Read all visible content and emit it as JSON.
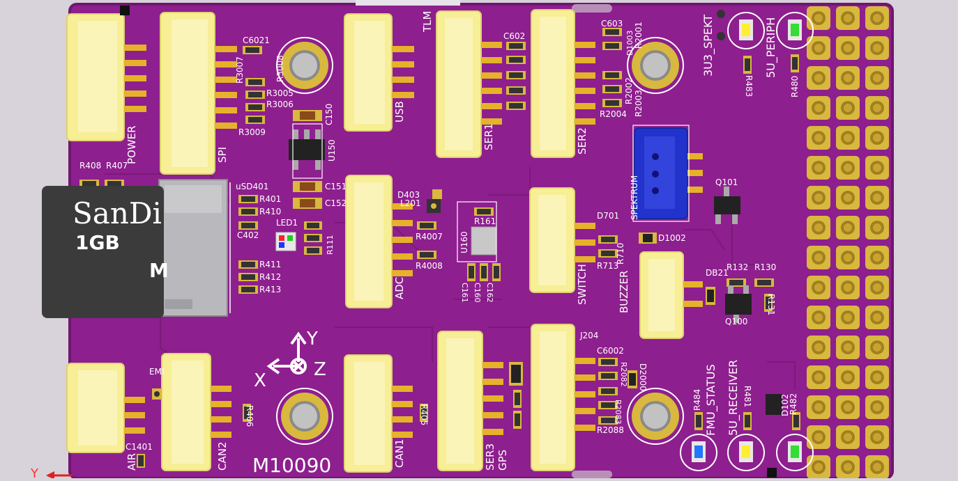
{
  "board": {
    "title": "M10090",
    "colors": {
      "background": "#d8d2da",
      "board": "#8e1f8e",
      "board_edge": "#6f1670",
      "connector": "#f7ee95",
      "pin": "#e5b22a",
      "pad": "#d9b83e",
      "silkscreen": "#ffffff",
      "card": "#3b3b3b",
      "blue_connector": "#2233cc",
      "led_yellow": "#ffee33",
      "led_green": "#33dd33",
      "led_blue": "#2277ff"
    }
  },
  "sd_card": {
    "brand": "SanDi",
    "capacity": "1GB",
    "mark": "M"
  },
  "axes": {
    "y": "Y",
    "x": "X",
    "z": "Z",
    "corner": "Y"
  },
  "connectors": {
    "power": "POWER",
    "spi": "SPI",
    "usb": "USB",
    "tlm": "TLM",
    "ser1": "SER1",
    "ser2": "SER2",
    "spektrum": "SPEKTRUM",
    "adc": "ADC",
    "switch": "SWITCH",
    "buzzer": "BUZZER",
    "can2": "CAN2",
    "can1": "CAN1",
    "ser3": "SER3",
    "gps": "GPS",
    "air": "AIR",
    "j204": "J204"
  },
  "leds": {
    "spekt": "3U3_SPEKT",
    "periph": "5U_PERIPH",
    "fmu_status": "FMU_STATUS",
    "receiver": "5U_RECEIVER",
    "led1": "LED1"
  },
  "refs": {
    "c6021": "C6021",
    "r3008": "R3008",
    "r3007": "R3007",
    "r3005": "R3005",
    "r3006": "R3006",
    "r3009": "R3009",
    "c150": "C150",
    "u150": "U150",
    "c151": "C151",
    "c152": "C152",
    "r408": "R408",
    "r407": "R407",
    "usd401": "uSD401",
    "r401": "R401",
    "r410": "R410",
    "c402": "C402",
    "r411": "R411",
    "r412": "R412",
    "r413": "R413",
    "r111": "R111",
    "d403": "D403",
    "l201": "L201",
    "r4007": "R4007",
    "r4008": "R4008",
    "u160": "U160",
    "r161": "R161",
    "c161": "C161",
    "c160": "C160",
    "c162": "C162",
    "c602": "C602",
    "c603": "C603",
    "r2001": "R2001",
    "d1003": "D1003",
    "r2002": "R2002",
    "r2003": "R2003",
    "r2004": "R2004",
    "d701": "D701",
    "r710": "R710",
    "r713": "R713",
    "d1002": "D1002",
    "q101": "Q101",
    "db21": "DB21",
    "r132": "R132",
    "r130": "R130",
    "r131": "R131",
    "q100": "Q100",
    "r483": "R483",
    "r480": "R480",
    "c6002": "C6002",
    "d2000": "D2000",
    "r2082": "R2082",
    "r2083": "R2083",
    "r2088": "R2088",
    "r484": "R484",
    "r481": "R481",
    "d102": "D102",
    "r482": "R482",
    "r405": "R405",
    "r406": "R406",
    "c1401": "C1401",
    "emi": "EMI"
  }
}
